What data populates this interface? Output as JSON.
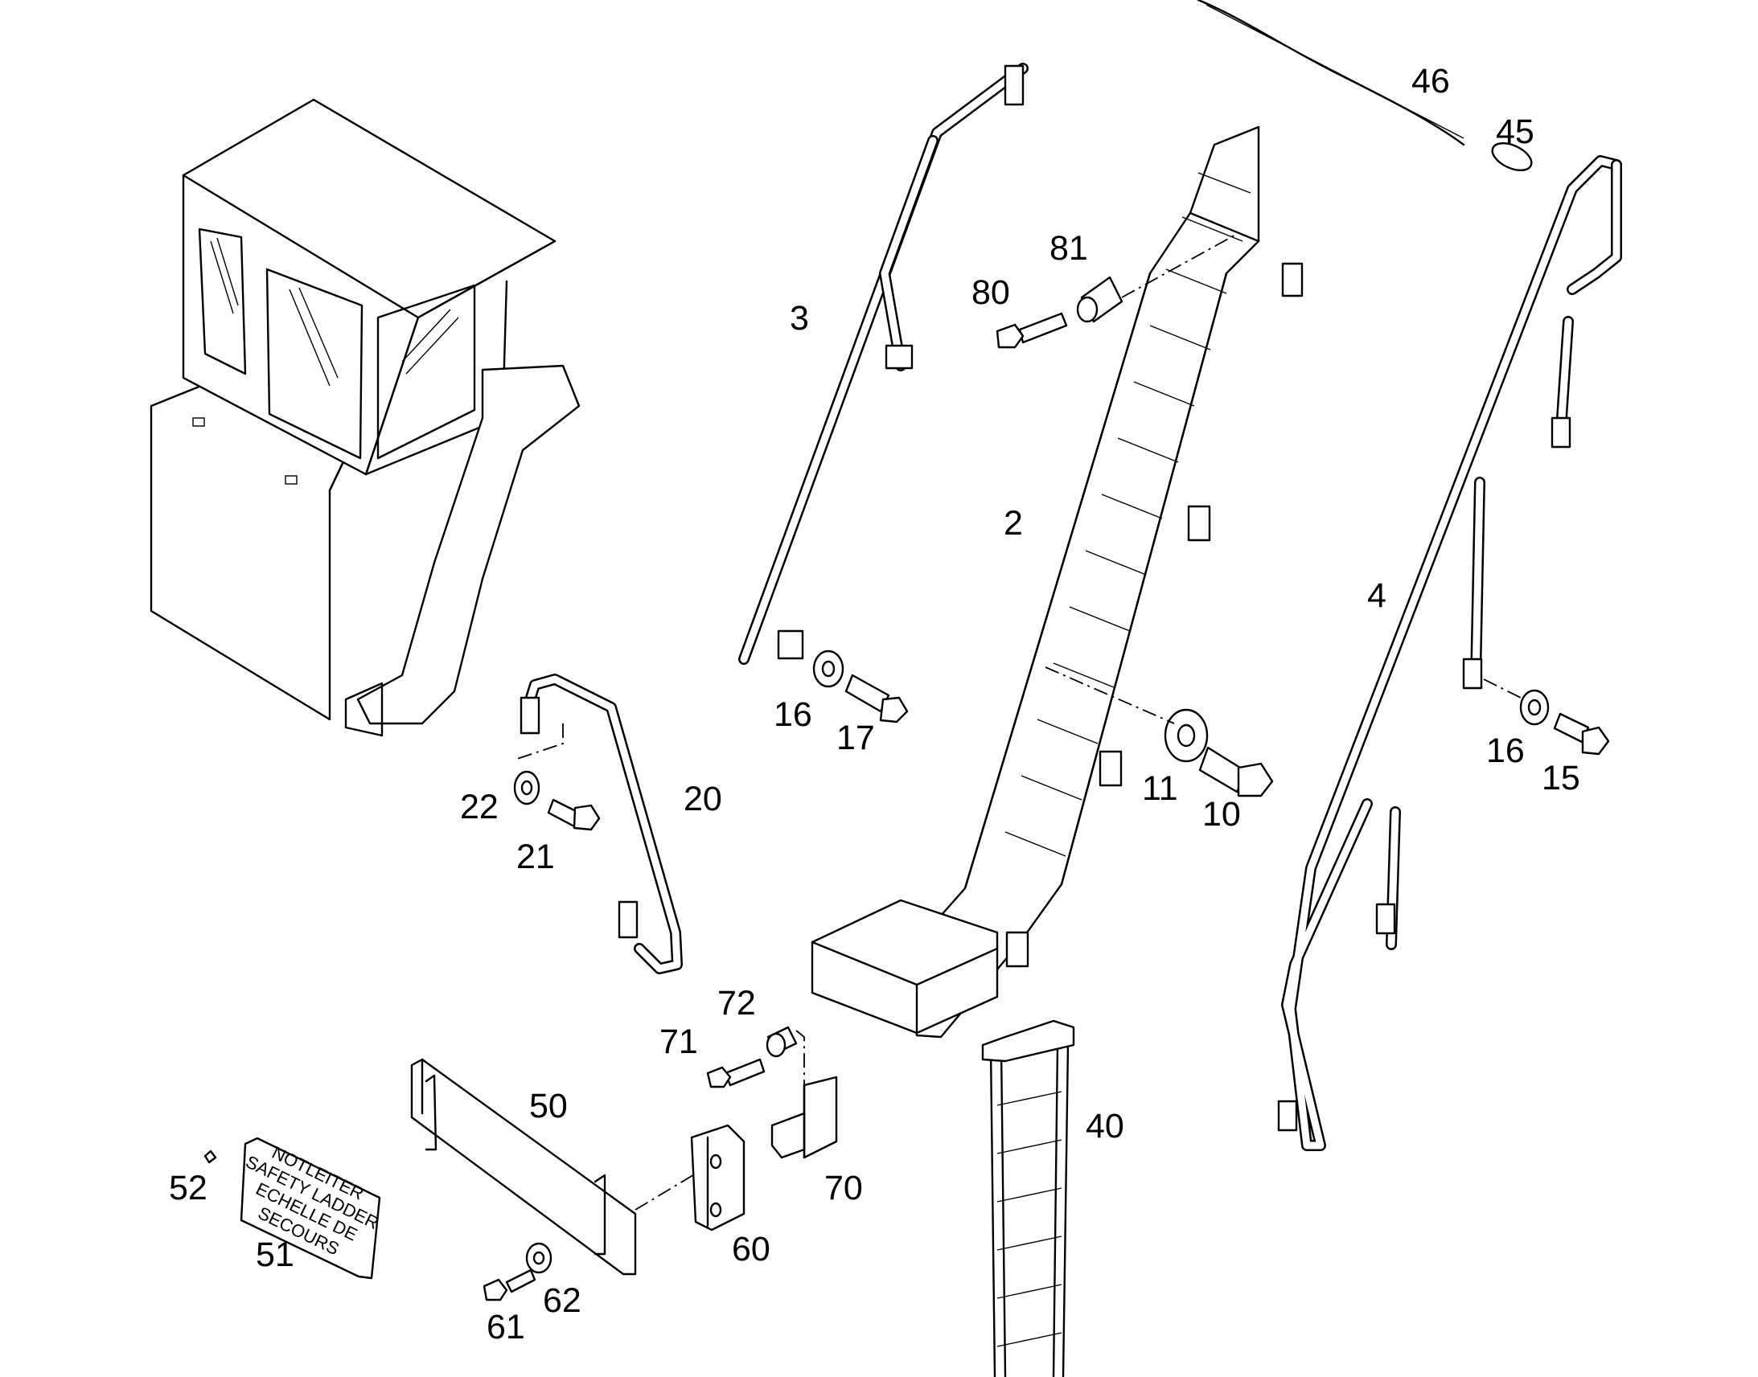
{
  "diagram": {
    "callouts": [
      "46",
      "45",
      "81",
      "80",
      "3",
      "2",
      "4",
      "16",
      "17",
      "11",
      "10",
      "16",
      "15",
      "22",
      "21",
      "20",
      "72",
      "71",
      "50",
      "40",
      "70",
      "52",
      "51",
      "60",
      "61",
      "62"
    ],
    "plate_lines": [
      "NOTLEITER",
      "SAFETY LADDER",
      "ECHELLE DE",
      "SECOURS"
    ]
  }
}
